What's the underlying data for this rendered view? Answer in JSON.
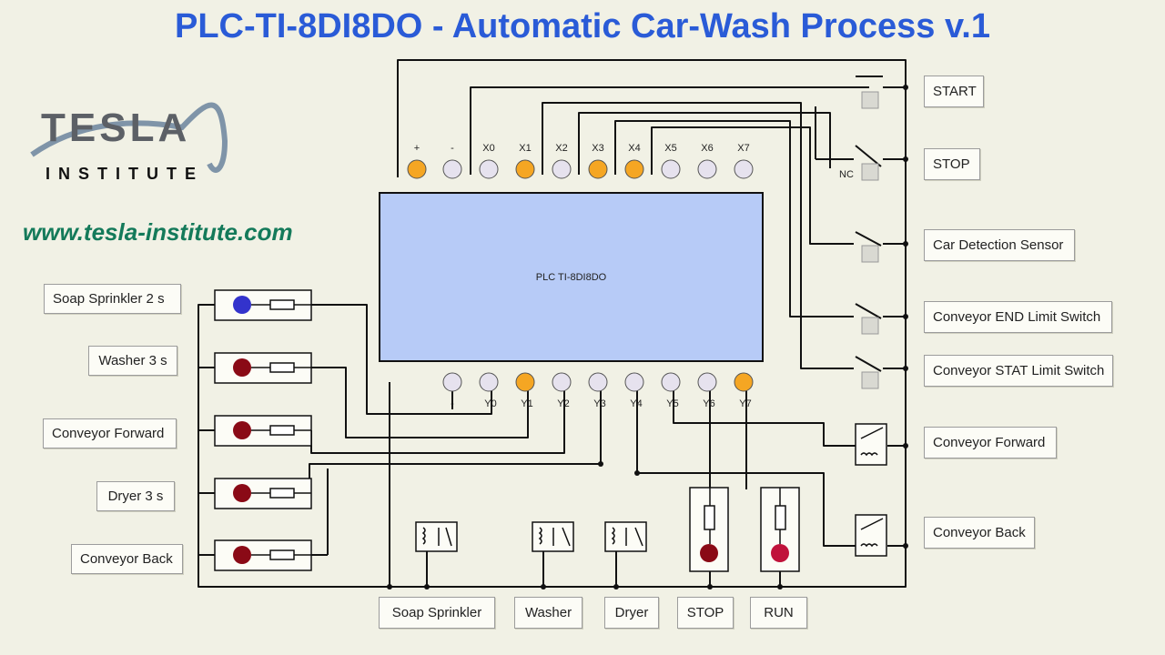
{
  "title": "PLC-TI-8DI8DO - Automatic Car-Wash Process v.1",
  "logo": {
    "name": "TESLA",
    "sub": "INSTITUTE"
  },
  "url": "www.tesla-institute.com",
  "plc_label": "PLC TI-8DI8DO",
  "input_terminals": [
    "+",
    "-",
    "X0",
    "X1",
    "X2",
    "X3",
    "X4",
    "X5",
    "X6",
    "X7"
  ],
  "output_terminals": [
    "-",
    "Y0",
    "Y1",
    "Y2",
    "Y3",
    "Y4",
    "Y5",
    "Y6",
    "Y7"
  ],
  "nc_label": "NC",
  "input_devices": [
    "START",
    "STOP",
    "Car Detection Sensor",
    "Conveyor END Limit Switch",
    "Conveyor STAT Limit Switch"
  ],
  "indicators": [
    "Soap  Sprinkler 2 s",
    "Washer 3 s",
    "Conveyor Forward",
    "Dryer 3 s",
    "Conveyor Back"
  ],
  "relay_outputs": [
    "Conveyor Forward",
    "Conveyor Back"
  ],
  "bottom_outputs": [
    "Soap  Sprinkler",
    "Washer",
    "Dryer",
    "STOP",
    "RUN"
  ],
  "colors": {
    "title": "#2a5bd7",
    "url": "#147a5a",
    "plc": "#b7cbf7",
    "active_terminal": "#f5a623",
    "idle_terminal": "#e6e2ee",
    "led_red": "#8a0a16",
    "led_blue": "#3333cc"
  }
}
